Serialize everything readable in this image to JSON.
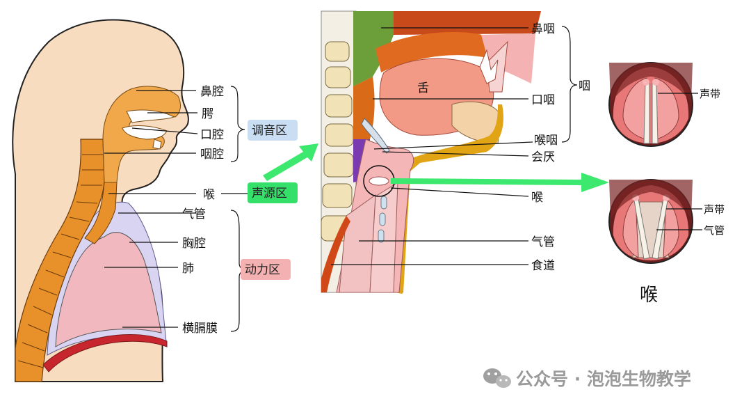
{
  "colors": {
    "skin": "#f8dcc0",
    "spine": "#e8902a",
    "cavity": "#f0a84a",
    "lung": "#f2b8c0",
    "chest": "#d8d4f2",
    "diaphragm": "#c8262e",
    "arrow": "#3de86e",
    "tag_tuning": "#c9ddf3",
    "tag_source": "#35e06a",
    "tag_power": "#f4b1b1"
  },
  "left_figure": {
    "labels": [
      "鼻腔",
      "腭",
      "口腔",
      "咽腔",
      "喉",
      "气管",
      "胸腔",
      "肺",
      "横膈膜"
    ],
    "zones": {
      "tuning": "调音区",
      "source": "声源区",
      "power": "动力区"
    }
  },
  "middle_figure": {
    "tongue": "舌",
    "labels": [
      "鼻咽",
      "口咽",
      "喉咽",
      "会厌",
      "喉",
      "气管",
      "食道"
    ],
    "pharynx_group": "咽"
  },
  "right_figure": {
    "top_labels": [
      "声带"
    ],
    "bottom_labels": [
      "声带",
      "气管"
    ],
    "caption": "喉"
  },
  "watermark": {
    "text": "公众号 · 泡泡生物教学",
    "icon": "wechat-icon"
  }
}
